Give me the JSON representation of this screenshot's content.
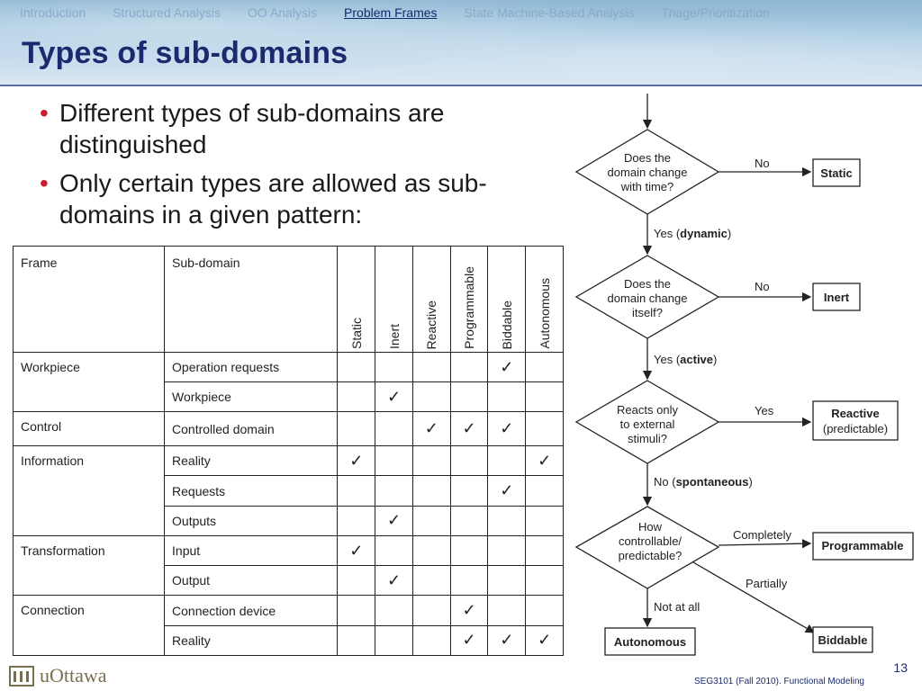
{
  "nav": {
    "items": [
      "Introduction",
      "Structured Analysis",
      "OO Analysis",
      "Problem Frames",
      "State Machine-Based Analysis",
      "Triage/Prioritization"
    ],
    "active_index": 3
  },
  "title": "Types of sub-domains",
  "bullets": [
    "Different types of sub-domains are distinguished",
    "Only certain types are allowed as sub-domains in a given pattern:"
  ],
  "table": {
    "frame_header": "Frame",
    "subdomain_header": "Sub-domain",
    "type_headers": [
      "Static",
      "Inert",
      "Reactive",
      "Programmable",
      "Biddable",
      "Autonomous"
    ],
    "check_symbol": "✓",
    "groups": [
      {
        "frame": "Workpiece",
        "rows": [
          {
            "sub": "Operation requests",
            "checks": [
              false,
              false,
              false,
              false,
              true,
              false
            ]
          },
          {
            "sub": "Workpiece",
            "checks": [
              false,
              true,
              false,
              false,
              false,
              false
            ]
          }
        ]
      },
      {
        "frame": "Control",
        "rows": [
          {
            "sub": "Controlled domain",
            "checks": [
              false,
              false,
              true,
              true,
              true,
              false
            ]
          }
        ]
      },
      {
        "frame": "Information",
        "rows": [
          {
            "sub": "Reality",
            "checks": [
              true,
              false,
              false,
              false,
              false,
              true
            ]
          },
          {
            "sub": "Requests",
            "checks": [
              false,
              false,
              false,
              false,
              true,
              false
            ]
          },
          {
            "sub": "Outputs",
            "checks": [
              false,
              true,
              false,
              false,
              false,
              false
            ]
          }
        ]
      },
      {
        "frame": "Transformation",
        "rows": [
          {
            "sub": "Input",
            "checks": [
              true,
              false,
              false,
              false,
              false,
              false
            ]
          },
          {
            "sub": "Output",
            "checks": [
              false,
              true,
              false,
              false,
              false,
              false
            ]
          }
        ]
      },
      {
        "frame": "Connection",
        "rows": [
          {
            "sub": "Connection device",
            "checks": [
              false,
              false,
              false,
              true,
              false,
              false
            ]
          },
          {
            "sub": "Reality",
            "checks": [
              false,
              false,
              false,
              true,
              true,
              true
            ]
          }
        ]
      }
    ]
  },
  "flowchart": {
    "q1": [
      "Does the",
      "domain change",
      "with time?"
    ],
    "q2": [
      "Does the",
      "domain change",
      "itself?"
    ],
    "q3": [
      "Reacts only",
      "to external",
      "stimuli?"
    ],
    "q4": [
      "How",
      "controllable/",
      "predictable?"
    ],
    "no_label": "No",
    "yes_label": "Yes",
    "yes_prefix": "Yes (",
    "no_prefix": "No (",
    "close_paren": ")",
    "dynamic": "dynamic",
    "active": "active",
    "spontaneous": "spontaneous",
    "completely": "Completely",
    "partially": "Partially",
    "not_at_all": "Not at all",
    "box_static": "Static",
    "box_inert": "Inert",
    "box_reactive": "Reactive",
    "box_reactive_sub": "(predictable)",
    "box_programmable": "Programmable",
    "box_autonomous": "Autonomous",
    "box_biddable": "Biddable"
  },
  "footer": {
    "logo_text": "uOttawa",
    "page_number": "13",
    "course_text": "SEG3101 (Fall 2010).   Functional Modeling"
  }
}
